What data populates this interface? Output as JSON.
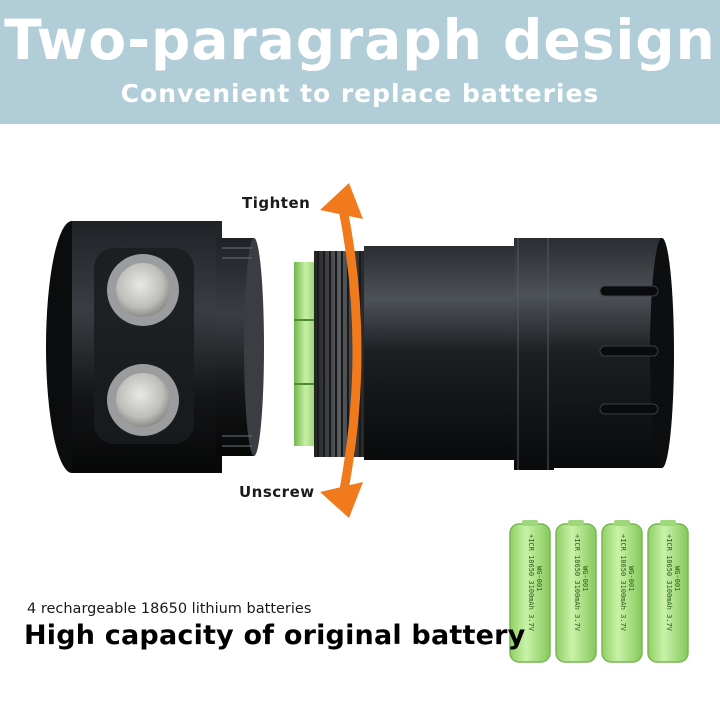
{
  "banner": {
    "title": "Two-paragraph design",
    "subtitle": "Convenient to replace batteries",
    "background": "#b1cdd7"
  },
  "product": {
    "tighten_label": "Tighten",
    "unscrew_label": "Unscrew",
    "arrow_color": "#f07a1c",
    "battery_print": "+ICR 18650 3100mAh 3.7V",
    "battery_model": "WG-001",
    "battery_color": "#a9e07e"
  },
  "footer": {
    "note": "4 rechargeable 18650 lithium batteries",
    "headline": "High capacity of original battery"
  }
}
